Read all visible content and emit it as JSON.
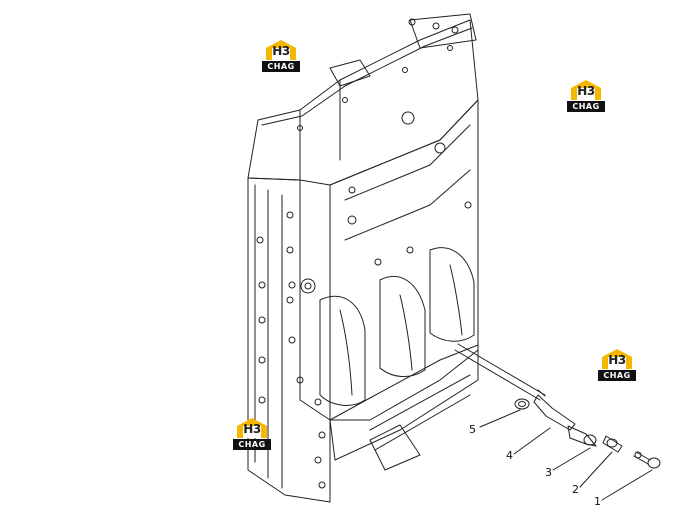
{
  "watermark": {
    "brand": "H3",
    "sub": "CHAG",
    "accent_color": "#f5b800"
  },
  "callouts": [
    {
      "label": "1"
    },
    {
      "label": "2"
    },
    {
      "label": "3"
    },
    {
      "label": "4"
    },
    {
      "label": "5"
    }
  ],
  "colors": {
    "line": "#222222",
    "background": "#ffffff"
  }
}
